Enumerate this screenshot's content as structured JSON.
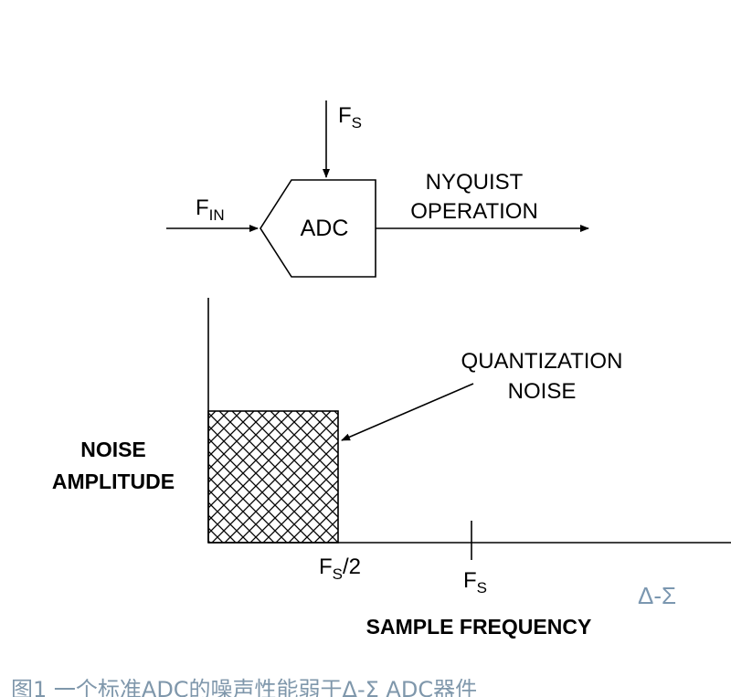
{
  "adc_block": {
    "label": "ADC",
    "fs_main": "F",
    "fs_sub": "S",
    "fin_main": "F",
    "fin_sub": "IN",
    "output_line1": "NYQUIST",
    "output_line2": "OPERATION"
  },
  "noise_plot": {
    "annotation_line1": "QUANTIZATION",
    "annotation_line2": "NOISE",
    "ylabel_line1": "NOISE",
    "ylabel_line2": "AMPLITUDE",
    "xlabel": "SAMPLE FREQUENCY",
    "tick_half_main": "F",
    "tick_half_sub": "S",
    "tick_half_suffix": "/2",
    "tick_fs_main": "F",
    "tick_fs_sub": "S"
  },
  "side_text": "Δ-Σ",
  "caption": "图1  一个标准ADC的噪声性能弱于Δ-Σ ADC器件",
  "colors": {
    "ink": "#000000",
    "caption": "#7f97ab",
    "side_text": "#7b97b0"
  }
}
